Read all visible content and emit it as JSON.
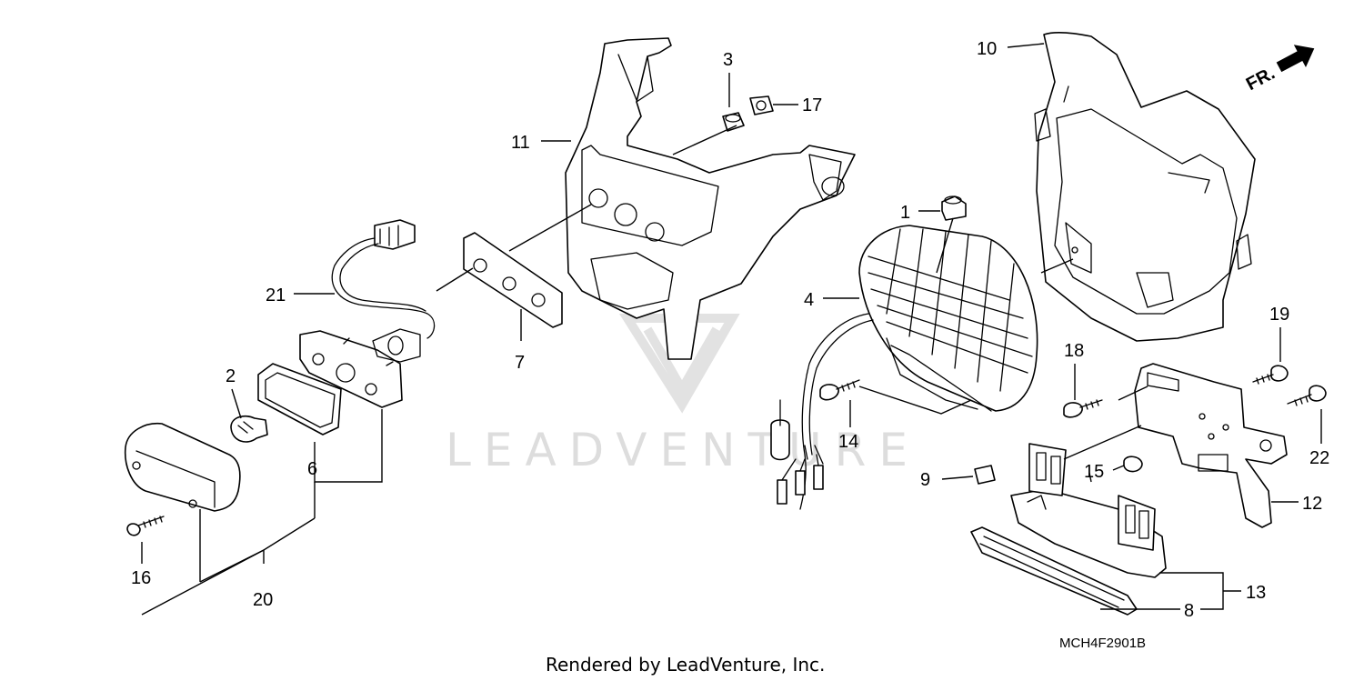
{
  "watermark": "LEADVENTURE",
  "footer": "Rendered by LeadVenture, Inc.",
  "diagram_code": "MCH4F2901B",
  "direction_indicator": "FR.",
  "callouts": {
    "c1": "1",
    "c2": "2",
    "c3": "3",
    "c4": "4",
    "c6": "6",
    "c7": "7",
    "c8": "8",
    "c9": "9",
    "c10": "10",
    "c11": "11",
    "c12": "12",
    "c13": "13",
    "c14": "14",
    "c15": "15",
    "c16": "16",
    "c17": "17",
    "c18": "18",
    "c19": "19",
    "c20": "20",
    "c21": "21",
    "c22": "22"
  }
}
